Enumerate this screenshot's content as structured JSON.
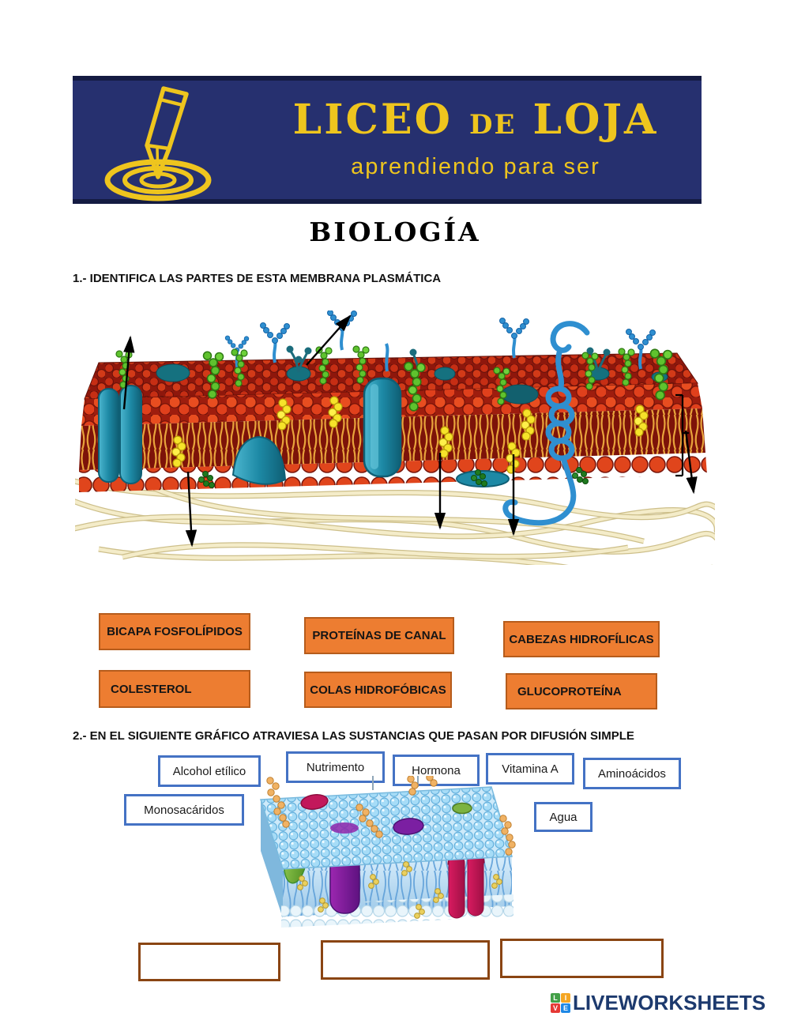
{
  "header": {
    "name_parts": [
      "LICEO",
      "DE",
      "LOJA"
    ],
    "motto": "aprendiendo para ser"
  },
  "page_title": "BIOLOGÍA",
  "question1": {
    "heading": "1.- IDENTIFICA LAS PARTES DE ESTA MEMBRANA PLASMÁTICA",
    "options": [
      "BICAPA FOSFOLÍPIDOS",
      "PROTEÍNAS DE CANAL",
      "CABEZAS HIDROFÍLICAS",
      "COLESTEROL",
      "COLAS HIDROFÓBICAS",
      "GLUCOPROTEÍNA"
    ]
  },
  "question2": {
    "heading": "2.- EN EL SIGUIENTE GRÁFICO ATRAVIESA LAS SUSTANCIAS QUE PASAN POR DIFUSIÓN SIMPLE",
    "options": [
      "Alcohol etílico",
      "Nutrimento",
      "Hormona",
      "Vitamina A",
      "Aminoácidos",
      "Monosacáridos",
      "Agua"
    ],
    "answer_slot_count": "3"
  },
  "footer": {
    "brand": "LIVEWORKSHEETS",
    "tile_letters": [
      "L",
      "I",
      "V",
      "E"
    ]
  },
  "colors": {
    "banner_navy": "#26306f",
    "banner_gold": "#eec51e",
    "option_orange": "#ED7D31",
    "option_orange_border": "#b65c1c",
    "substance_border_blue": "#4472C4",
    "slot_border_brown": "#8a4513",
    "brand_blue": "#1d3a6e",
    "tile_green": "#43a047",
    "tile_yellow": "#f5a623",
    "tile_red": "#e53935",
    "tile_blue": "#1e88e5"
  }
}
